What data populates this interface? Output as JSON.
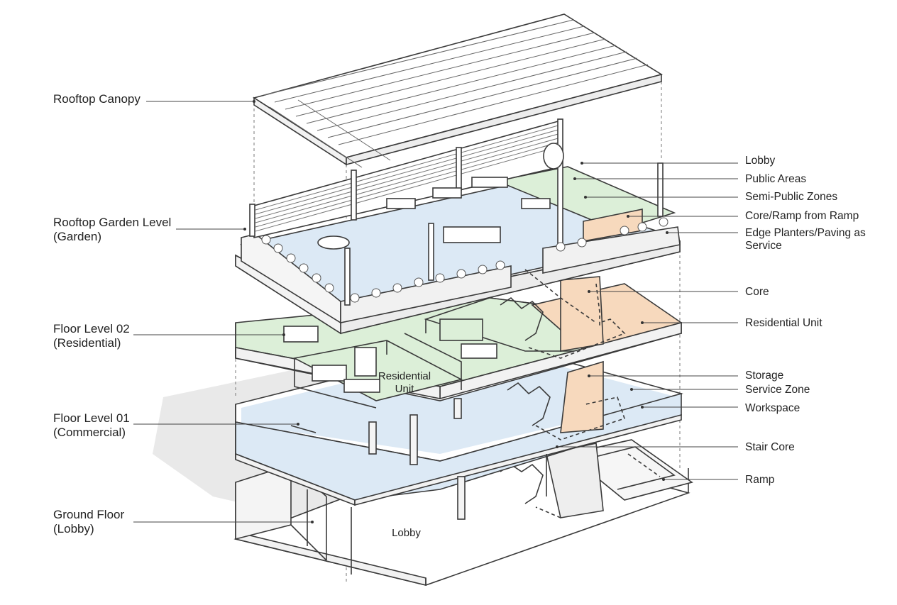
{
  "left_labels": {
    "rooftop_canopy": "Rooftop Canopy",
    "rooftop_garden": "Rooftop Garden Level\n(Garden)",
    "floor_02": "Floor Level 02\n(Residential)",
    "floor_01": "Floor Level 01\n(Commercial)",
    "ground_floor": "Ground Floor\n(Lobby)"
  },
  "right_labels": {
    "lobby": "Lobby",
    "public_areas": "Public Areas",
    "semi_public": "Semi-Public Zones",
    "core_ramp": "Core/Ramp from Ramp",
    "edge_planters": "Edge Planters/Paving as\nService",
    "core": "Core",
    "residential_unit": "Residential Unit",
    "storage": "Storage",
    "service_zone": "Service Zone",
    "workspace": "Workspace",
    "stair_core": "Stair Core",
    "ramp": "Ramp"
  },
  "inline_labels": {
    "residential_unit": "Residential\nUnit",
    "lobby": "Lobby"
  },
  "colors": {
    "line": "#3a3a3a",
    "public_blue": "#dce9f5",
    "semi_green": "#dcefd8",
    "core_orange": "#f7d9bd",
    "shadow": "#e6e6e6",
    "wall_gray": "#f2f2f2"
  }
}
